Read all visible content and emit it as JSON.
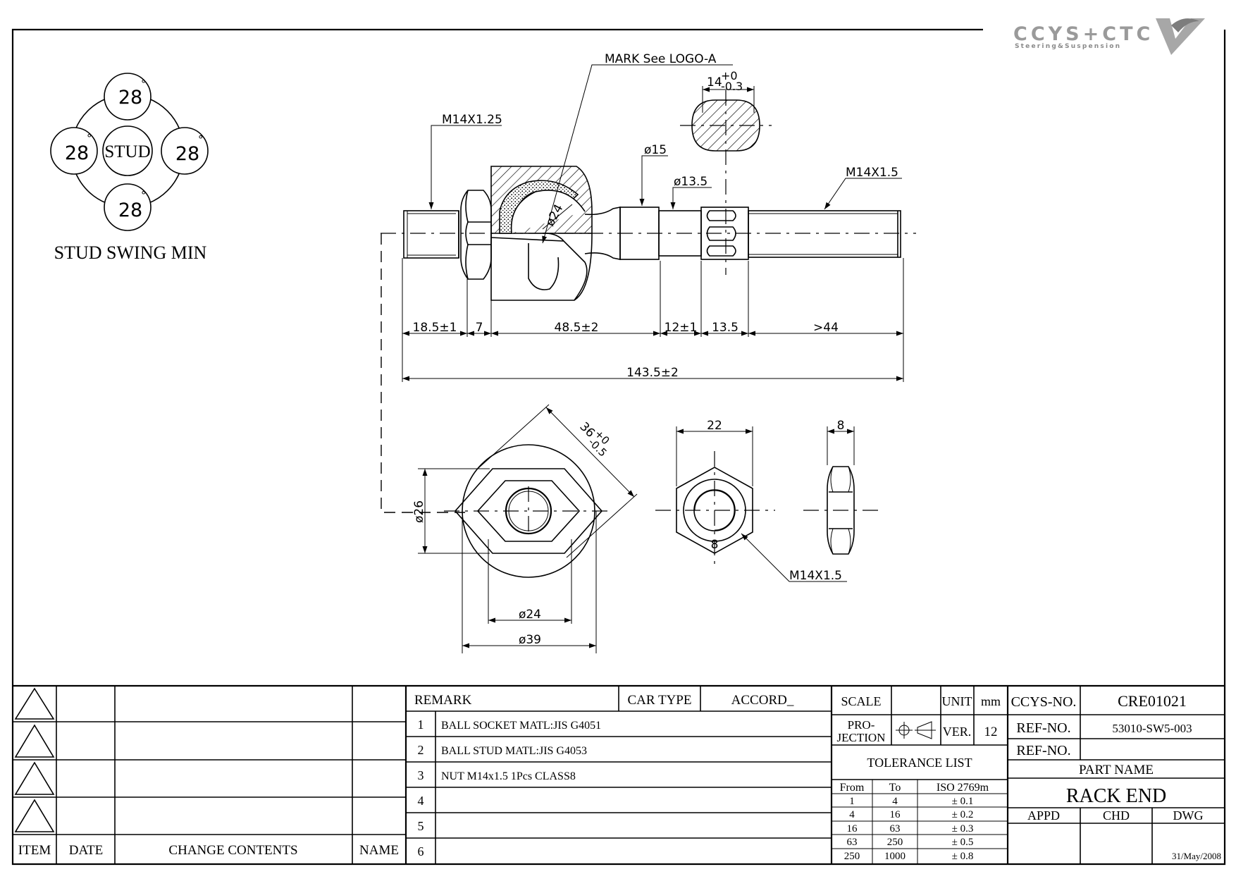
{
  "logo": {
    "name": "CCYS+CTC",
    "tagline": "Steering&Suspension"
  },
  "swing": {
    "center_label": "STUD",
    "angles": [
      "28",
      "28",
      "28",
      "28"
    ],
    "degree_symbol": "°",
    "caption": "STUD SWING MIN"
  },
  "labels": {
    "mark_note": "MARK See LOGO-A",
    "thread_left": "M14X1.25",
    "thread_right": "M14X1.5",
    "dia15": "ø15",
    "dia13_5": "ø13.5",
    "sphere": "ø24",
    "flat_14_base": "14",
    "flat_14_tol_upper": "+0",
    "flat_14_tol_lower": "-0.3",
    "dim_18_5": "18.5±1",
    "dim_7": "7",
    "dim_48_5": "48.5±2",
    "dim_12": "12±1",
    "dim_13_5": "13.5",
    "dim_44": ">44",
    "dim_total": "143.5±2",
    "hex36_base": "36",
    "hex36_upper": "+0",
    "hex36_lower": "-0.5",
    "dia26": "ø26",
    "dia24": "ø24",
    "dia39": "ø39",
    "nut_width": "22",
    "nut_thick": "8",
    "nut_class": "8",
    "nut_thread": "M14X1.5"
  },
  "title_block": {
    "revision_headers": {
      "item": "ITEM",
      "date": "DATE",
      "change": "CHANGE CONTENTS",
      "name": "NAME"
    },
    "remark_label": "REMARK",
    "car_type_label": "CAR TYPE",
    "car_type_value": "ACCORD_",
    "remarks": [
      {
        "no": "1",
        "text": "BALL SOCKET MATL:JIS G4051"
      },
      {
        "no": "2",
        "text": "BALL STUD MATL:JIS G4053"
      },
      {
        "no": "3",
        "text": "NUT M14x1.5 1Pcs CLASS8"
      },
      {
        "no": "4",
        "text": ""
      },
      {
        "no": "5",
        "text": ""
      },
      {
        "no": "6",
        "text": ""
      }
    ],
    "scale_label": "SCALE",
    "scale_value": "",
    "unit_label": "UNIT",
    "unit_value": "mm",
    "projection_label_1": "PRO-",
    "projection_label_2": "JECTION",
    "ver_label": "VER.",
    "ver_value": "12",
    "tolerance_title": "TOLERANCE LIST",
    "tolerance_headers": {
      "from": "From",
      "to": "To",
      "iso": "ISO 2769m"
    },
    "tolerances": [
      {
        "from": "1",
        "to": "4",
        "tol": "± 0.1"
      },
      {
        "from": "4",
        "to": "16",
        "tol": "± 0.2"
      },
      {
        "from": "16",
        "to": "63",
        "tol": "± 0.3"
      },
      {
        "from": "63",
        "to": "250",
        "tol": "± 0.5"
      },
      {
        "from": "250",
        "to": "1000",
        "tol": "± 0.8"
      }
    ],
    "ccys_no_label": "CCYS-NO.",
    "ccys_no_value": "CRE01021",
    "ref_no_label": "REF-NO.",
    "ref_no_value": "53010-SW5-003",
    "ref_no2_label": "REF-NO.",
    "ref_no2_value": "",
    "part_name_label": "PART NAME",
    "part_name_value": "RACK END",
    "appd_label": "APPD",
    "chd_label": "CHD",
    "dwg_label": "DWG",
    "date_value": "31/May/2008"
  }
}
